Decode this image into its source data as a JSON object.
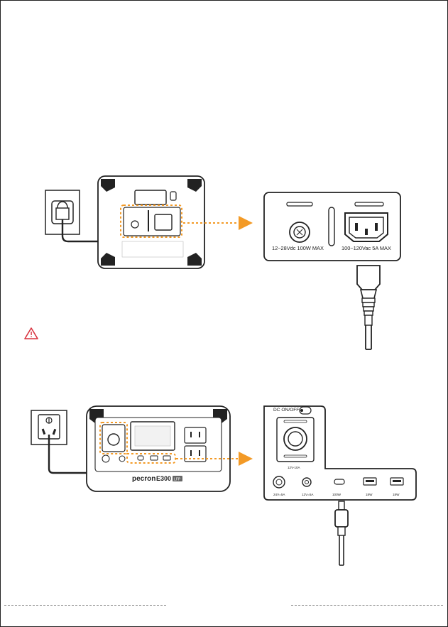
{
  "upper_panel": {
    "dc_port_label": "12~28Vdc 100W MAX",
    "ac_port_label": "100~120Vac 5A MAX"
  },
  "lower_panel": {
    "dc_switch_label": "DC ON/OFF",
    "big_port_label": "12V-10A",
    "port_labels": [
      "24V=5A",
      "12V=5A",
      "100W",
      "18W",
      "18W"
    ],
    "brand": "pecron",
    "model": "E300",
    "model_badge": "LFP"
  },
  "colors": {
    "accent_orange": "#f39a26",
    "warning_red": "#d9333f",
    "line": "#222222"
  },
  "icons": [
    "warning-icon",
    "wall-socket-icon",
    "power-cord-icon",
    "usb-c-cable-icon"
  ]
}
